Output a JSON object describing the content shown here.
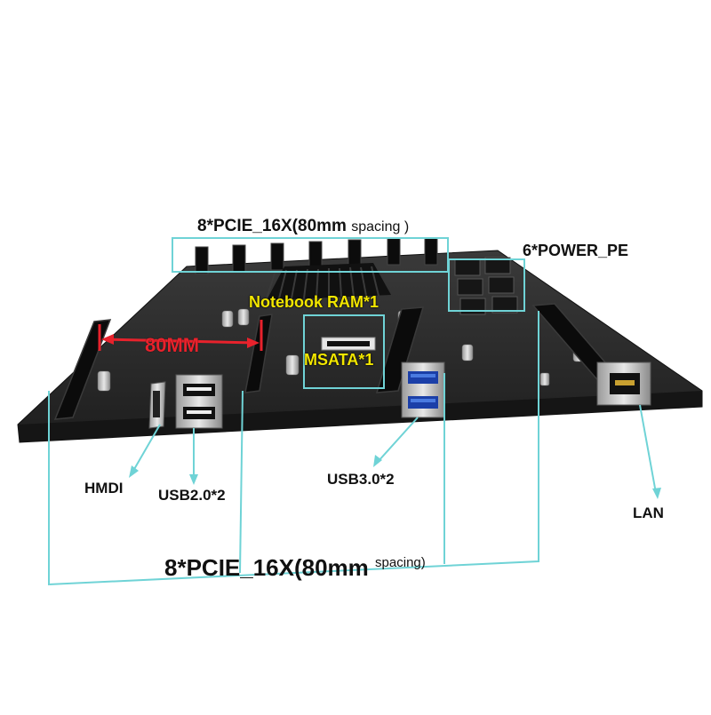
{
  "labels": {
    "top_pcie_main": "8*PCIE_16X(80mm",
    "top_pcie_spacing": "spacing )",
    "power": "6*POWER_PE",
    "notebook_ram": "Notebook RAM*1",
    "slot_gap": "80MM",
    "msata": "MSATA*1",
    "hdmi": "HMDI",
    "usb2": "USB2.0*2",
    "usb3": "USB3.0*2",
    "lan": "LAN",
    "bottom_pcie_main": "8*PCIE_16X(80mm",
    "bottom_pcie_spacing": "spacing)"
  },
  "colors": {
    "board": "#2a2a2a",
    "callout_line": "#6fd3d6",
    "dimension_arrow": "#e8222c",
    "highlight_text": "#f2e600"
  }
}
